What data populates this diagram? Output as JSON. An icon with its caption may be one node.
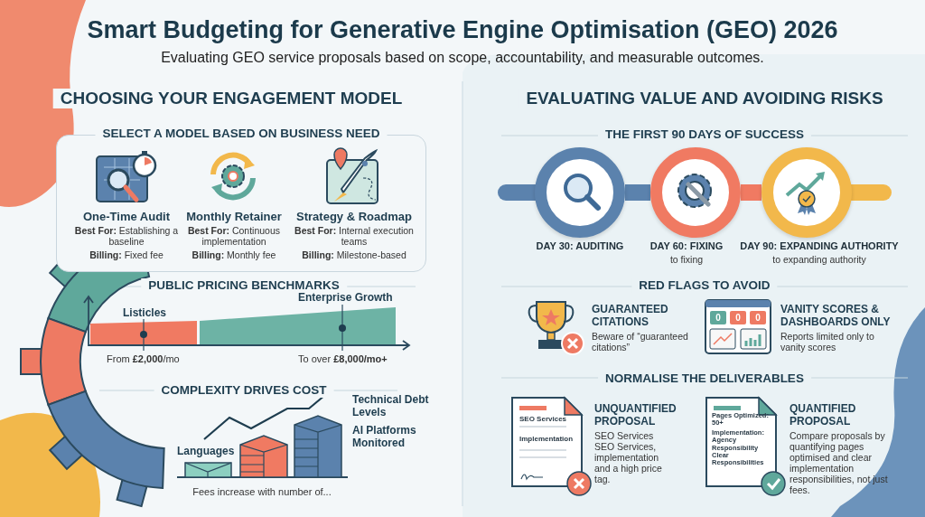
{
  "diagram": {
    "title": "Smart Budgeting for Generative Engine Optimisation (GEO) 2026",
    "caption": "Evaluating GEO service proposals based on scope, accountability, and measurable outcomes.",
    "nodes": [
      {
        "text": [
          "SELECT A MODEL BASED ON BUSINESS NEED"
        ]
      },
      {
        "text": [],
        "shape": "circle",
        "beside": [
          "DAY 30: AUDITING"
        ]
      },
      {
        "text": [],
        "shape": "circle",
        "beside": [
          "DAY 60: FIXING",
          "to fixing"
        ]
      },
      {
        "text": [],
        "shape": "circle",
        "beside": [
          "DAY 90: EXPANDING AUTHORITY",
          "to expanding authority"
        ]
      }
    ],
    "edges": [
      {
        "from": 1,
        "to": 2,
        "arrow": "none",
        "color": "#5b82ad"
      },
      {
        "from": 2,
        "to": 3,
        "arrow": "none",
        "color": "#f07a62"
      }
    ],
    "labels": [
      "CHOOSING YOUR ENGAGEMENT MODEL",
      "EVALUATING VALUE AND AVOIDING RISKS",
      "One-Time Audit",
      "**Best For:** Establishing a baseline",
      "**Billing:** Fixed fee",
      "Monthly Retainer",
      "**Best For:** Continuous implementation",
      "**Billing:** Monthly fee",
      "Strategy & Roadmap",
      "**Best For:** Internal execution teams",
      "**Billing:** Milestone-based",
      "THE FIRST 90 DAYS OF SUCCESS",
      "PUBLIC PRICING BENCHMARKS",
      "Listicles",
      "Enterprise Growth",
      "From **£2,000**/mo",
      "To over **£8,000/mo+**",
      "RED FLAGS TO AVOID",
      "GUARANTEED CITATIONS",
      "Beware of “guaranteed citations”",
      "0",
      "0",
      "0",
      "VANITY SCORES & DASHBOARDS ONLY",
      "Reports limited only to vanity scores",
      "COMPLEXITY DRIVES COST",
      "Technical Debt Levels",
      "AI Platforms Monitored",
      "Languages",
      "Fees increase with number of...",
      "NORMALISE THE DELIVERABLES",
      "SEO Services",
      "Implementation",
      "UNQUANTIFIED PROPOSAL",
      "SEO Services SEO Services, implementation and a high price tag.",
      "Pages Optimized: 50+",
      "Implementation: Agency Responsibility",
      "Clear Responsibilities",
      "QUANTIFIED PROPOSAL",
      "Compare proposals by quantifying pages optimised and clear implementation responsibilities, not just fees."
    ]
  }
}
